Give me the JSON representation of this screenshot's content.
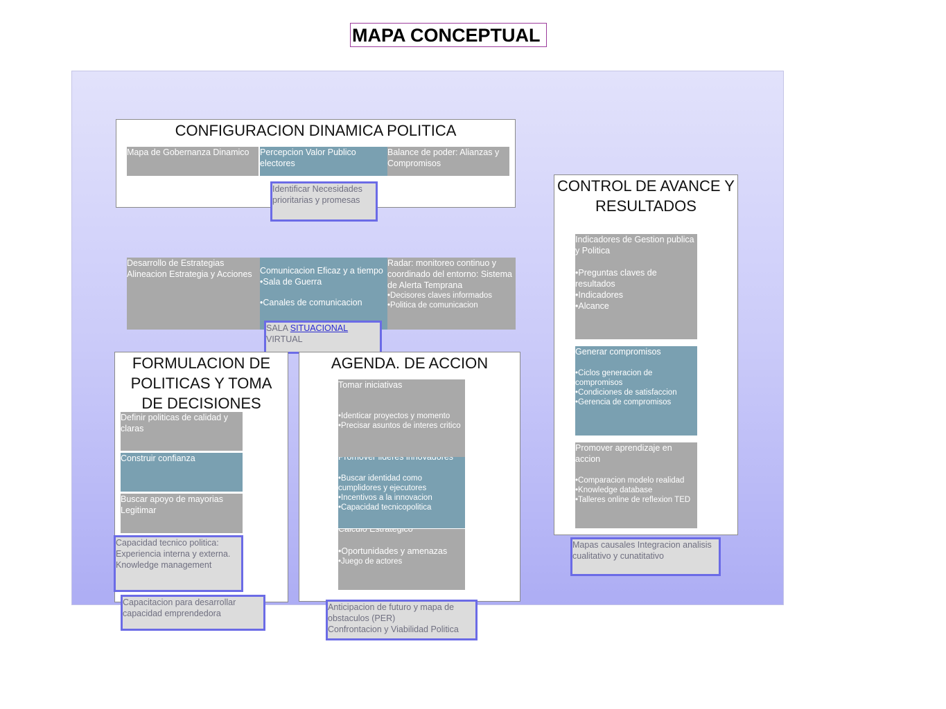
{
  "title": "MAPA CONCEPTUAL",
  "configuracion": {
    "heading": "CONFIGURACION DINAMICA POLITICA",
    "cell1": "Mapa de Gobernanza Dinamico",
    "cell2": "Percepcion Valor Publico electores",
    "cell3": "Balance de poder: Alianzas y Compromisos",
    "note": "Identificar Necesidades prioritarias y promesas"
  },
  "middle": {
    "desarrollo": "Desarrollo de Estrategias Alineacion Estrategia y Acciones",
    "comunicacion_head": "Comunicacion Eficaz y a tiempo",
    "comunicacion_items": [
      "Sala de Guerra",
      "Canales de comunicacion"
    ],
    "radar_head": "Radar: monitoreo continuo y coordinado del entorno: Sistema de Alerta Temprana",
    "radar_items": [
      "Decisores claves informados",
      "Politica de comunicacion"
    ],
    "sala_prefix": "SALA ",
    "sala_link": "SITUACIONAL",
    "sala_suffix": "VIRTUAL"
  },
  "formulacion": {
    "heading": "FORMULACION DE POLITICAS Y TOMA DE DECISIONES",
    "cell1": "Definir politicas de calidad y claras",
    "cell2": "Construir confianza",
    "cell3": "Buscar apoyo de mayorias Legitimar",
    "note1": "Capacidad tecnico politica: Experiencia interna y externa. Knowledge management",
    "note2": "Capacitacion para desarrollar capacidad emprendedora"
  },
  "agenda": {
    "heading": "AGENDA. DE ACCION",
    "cell1_head": "Tomar iniciativas",
    "cell1_items": [
      "Identicar proyectos y momento",
      "Precisar asuntos de interes critico"
    ],
    "cell2_head": "Promover lideres innovadores",
    "cell2_items": [
      "Buscar identidad como cumplidores y ejecutores",
      "Incentivos a la innovacion",
      "Capacidad tecnicopolitica"
    ],
    "cell3_head": "Calculo Estrategico",
    "cell3_items": [
      "Oportunidades y amenazas",
      "Juego de actores"
    ],
    "note_line1": "Anticipacion de futuro y mapa de obstaculos (PER)",
    "note_line2": "Confrontacion y Viabilidad Politica"
  },
  "control": {
    "heading": "CONTROL DE AVANCE Y RESULTADOS",
    "cell1_head": "Indicadores de Gestion publica y Politica",
    "cell1_items": [
      "Preguntas claves de resultados",
      "Indicadores",
      "Alcance"
    ],
    "cell2_head": "Generar compromisos",
    "cell2_items": [
      "Ciclos generacion de compromisos",
      "Condiciones de satisfaccion",
      "Gerencia de compromisos"
    ],
    "cell3_head": "Promover aprendizaje en accion",
    "cell3_items": [
      "Comparacion modelo realidad",
      "Knowledge database",
      "Talleres online de reflexion TED"
    ],
    "note": "Mapas causales Integracion analisis cualitativo y cunatitativo"
  },
  "colors": {
    "canvas_top": "#e2e2fb",
    "canvas_bottom": "#adadf4",
    "gray_cell": "#a9a9a9",
    "teal_cell": "#7aa0b1",
    "note_border": "#6b6be6",
    "title_border": "#9b3b9b"
  }
}
